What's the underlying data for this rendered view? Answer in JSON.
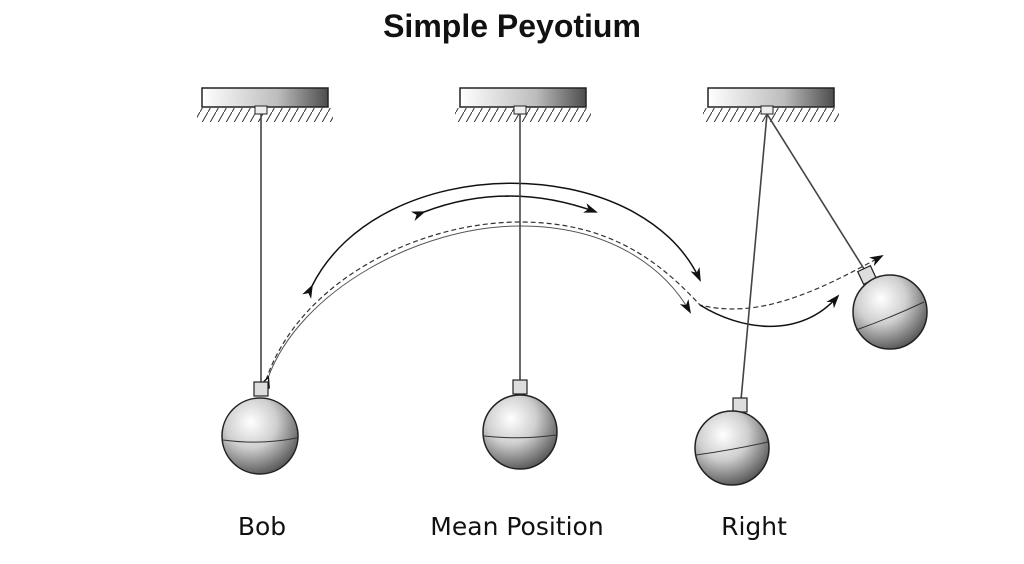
{
  "title": "Simple Peyotium",
  "labels": {
    "left": "Bob",
    "middle": "Mean Position",
    "right": "Right"
  }
}
